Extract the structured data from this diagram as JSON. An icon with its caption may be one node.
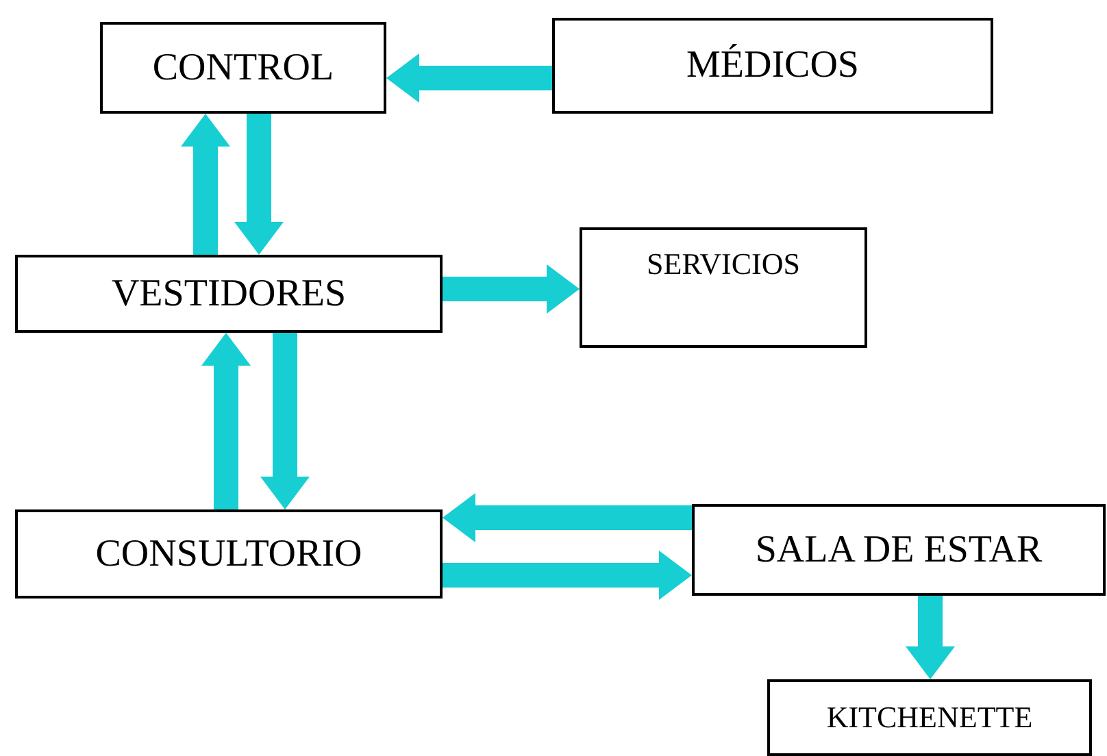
{
  "diagram": {
    "nodes": [
      {
        "text": [
          "CONTROL"
        ]
      },
      {
        "text": [
          "MÉDICOS"
        ]
      },
      {
        "text": [
          "VESTIDORES"
        ]
      },
      {
        "text": [
          "SERVICIOS"
        ]
      },
      {
        "text": [
          "CONSULTORIO"
        ]
      },
      {
        "text": [
          "SALA DE ESTAR"
        ]
      },
      {
        "text": [
          "KITCHENETTE"
        ]
      }
    ],
    "edges": [
      {
        "from": 1,
        "to": 0,
        "arrow": "to"
      },
      {
        "from": 2,
        "to": 0,
        "arrow": "to"
      },
      {
        "from": 0,
        "to": 2,
        "arrow": "to"
      },
      {
        "from": 2,
        "to": 3,
        "arrow": "to"
      },
      {
        "from": 4,
        "to": 2,
        "arrow": "to"
      },
      {
        "from": 2,
        "to": 4,
        "arrow": "to"
      },
      {
        "from": 5,
        "to": 4,
        "arrow": "to"
      },
      {
        "from": 4,
        "to": 5,
        "arrow": "to"
      },
      {
        "from": 5,
        "to": 6,
        "arrow": "to"
      }
    ]
  }
}
